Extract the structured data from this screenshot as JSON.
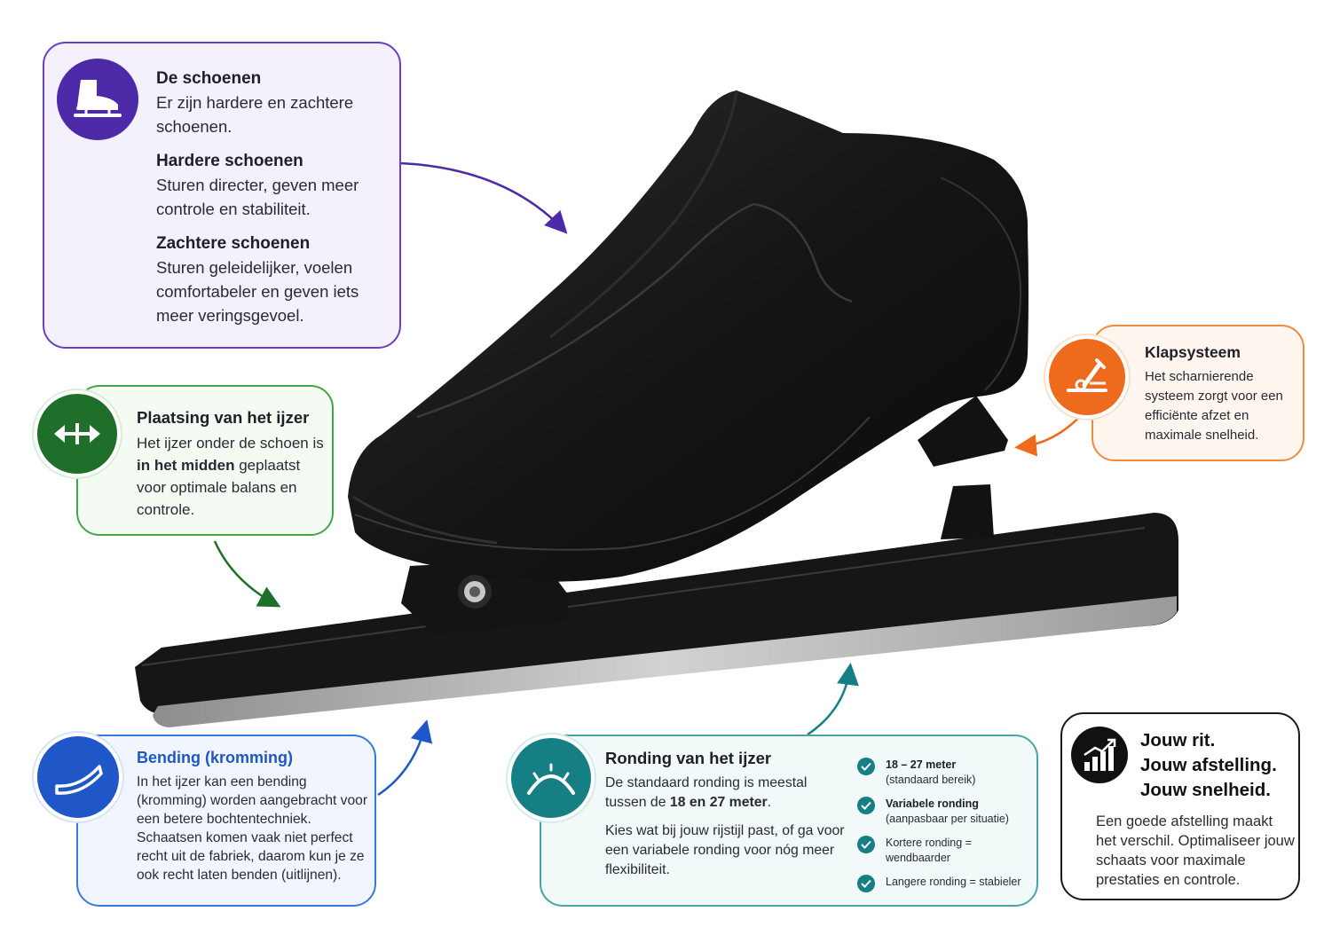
{
  "colors": {
    "purple": "#4d2aa8",
    "green": "#1f6f2a",
    "orange": "#ee6a1c",
    "blue": "#1f56c8",
    "teal": "#167f83",
    "black": "#111111"
  },
  "shoes": {
    "icon": "ice-skate-boot-icon",
    "title": "De schoenen",
    "intro": "Er zijn hardere en zachtere schoenen.",
    "harder_title": "Hardere schoenen",
    "harder_text": "Sturen directer, geven meer controle en stabiliteit.",
    "softer_title": "Zachtere schoenen",
    "softer_text": "Sturen geleidelijker, voelen comfortabeler en geven iets meer veringsgevoel."
  },
  "placement": {
    "icon": "horizontal-arrows-icon",
    "title": "Plaatsing van het ijzer",
    "text_1": "Het ijzer onder de schoen is ",
    "text_bold": "in het midden",
    "text_2": " geplaatst voor optimale balans en controle."
  },
  "clap": {
    "icon": "hinge-system-icon",
    "title": "Klapsysteem",
    "text": "Het scharnierende systeem zorgt voor een efficiënte afzet en maximale snelheid."
  },
  "bending": {
    "icon": "curved-blade-icon",
    "title": "Bending (kromming)",
    "text": "In het ijzer kan een bending (kromming) worden aangebracht voor een betere bochtentechniek. Schaatsen komen vaak niet perfect recht uit de fabriek, daarom kun je ze ook recht laten benden (uitlijnen)."
  },
  "ronding": {
    "icon": "gauge-arc-icon",
    "title": "Ronding van het ijzer",
    "text_1": "De standaard ronding is meestal tussen de ",
    "text_bold": "18 en 27 meter",
    "text_2": ".",
    "text_3": "Kies wat bij jouw rijstijl past, of ga voor een variabele ronding voor nóg meer flexibiliteit.",
    "items": [
      {
        "main": "18 – 27 meter",
        "sub": "(standaard bereik)"
      },
      {
        "main": "Variabele ronding",
        "sub": "(aanpasbaar per situatie)"
      },
      {
        "main": "Kortere ronding = wendbaarder",
        "sub": ""
      },
      {
        "main": "Langere ronding = stabieler",
        "sub": ""
      }
    ]
  },
  "ride": {
    "icon": "rising-bar-chart-icon",
    "line_1": "Jouw rit.",
    "line_2": "Jouw afstelling.",
    "line_3": "Jouw snelheid.",
    "text": "Een goede afstelling maakt het verschil. Optimaliseer jouw schaats voor maximale prestaties en controle."
  }
}
